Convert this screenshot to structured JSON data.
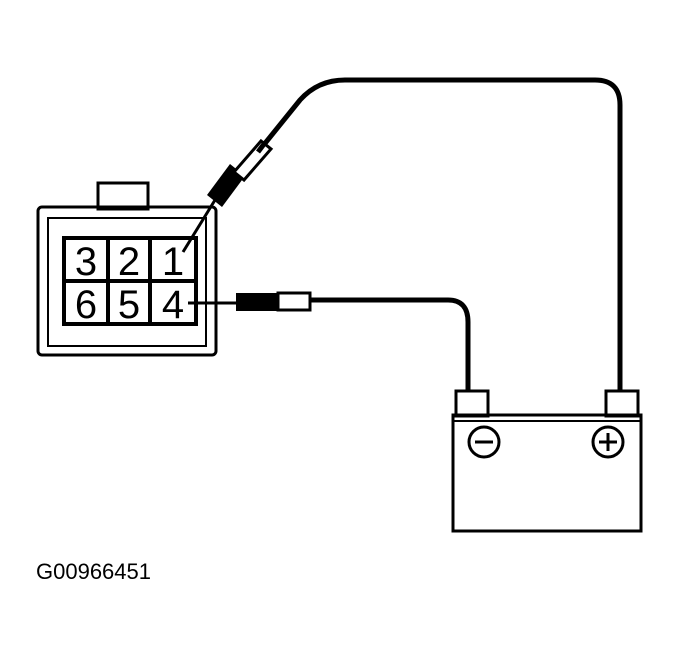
{
  "connector": {
    "pins_top_row": [
      "3",
      "2",
      "1"
    ],
    "pins_bottom_row": [
      "6",
      "5",
      "4"
    ]
  },
  "battery": {
    "negative_symbol": "−",
    "positive_symbol": "+"
  },
  "figure_code": "G00966451",
  "colors": {
    "ink": "#000000",
    "background": "#ffffff"
  }
}
